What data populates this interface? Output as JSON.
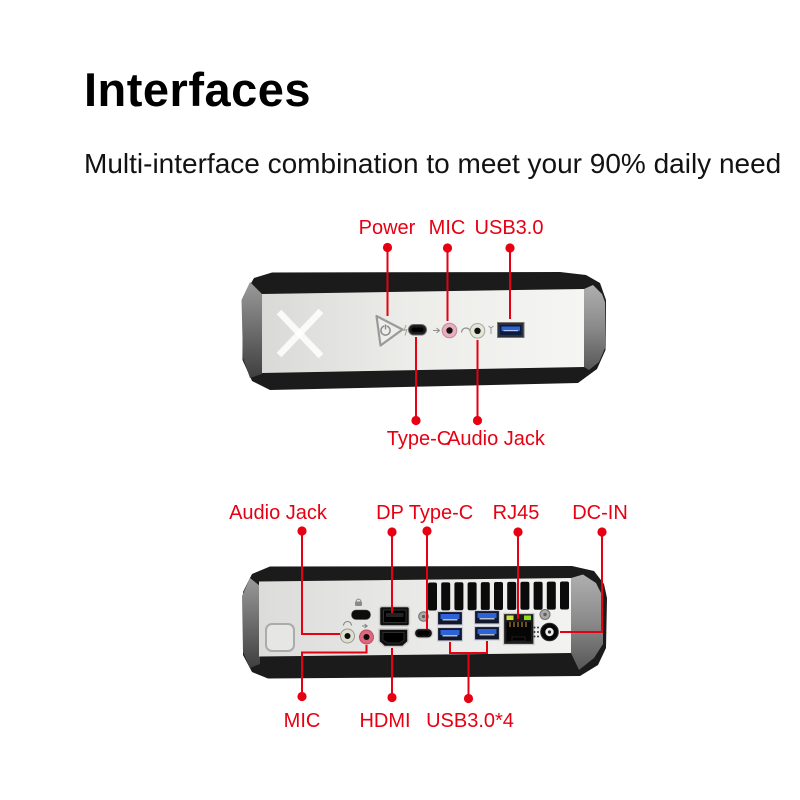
{
  "header": {
    "title": "Interfaces",
    "subtitle": "Multi-interface combination to meet your 90% daily need"
  },
  "front_view": {
    "top_labels": [
      "Power",
      "MIC",
      "USB3.0"
    ],
    "bottom_labels": [
      "Type-C",
      "Audio Jack"
    ]
  },
  "rear_view": {
    "top_labels": [
      "Audio Jack",
      "DP",
      "Type-C",
      "RJ45",
      "DC-IN"
    ],
    "bottom_labels": [
      "MIC",
      "HDMI",
      "USB3.0*4"
    ]
  },
  "colors": {
    "callout_red": "#e60012",
    "usb_blue": "#2e62d8",
    "mic_pink": "#e2798f",
    "audio_ring": "#dde0d0",
    "rj45_led_left": "#cfe23a",
    "rj45_led_right": "#8fdc1e",
    "chassis_dark": "#1b1b1b",
    "face_silver": "#ededeb"
  }
}
